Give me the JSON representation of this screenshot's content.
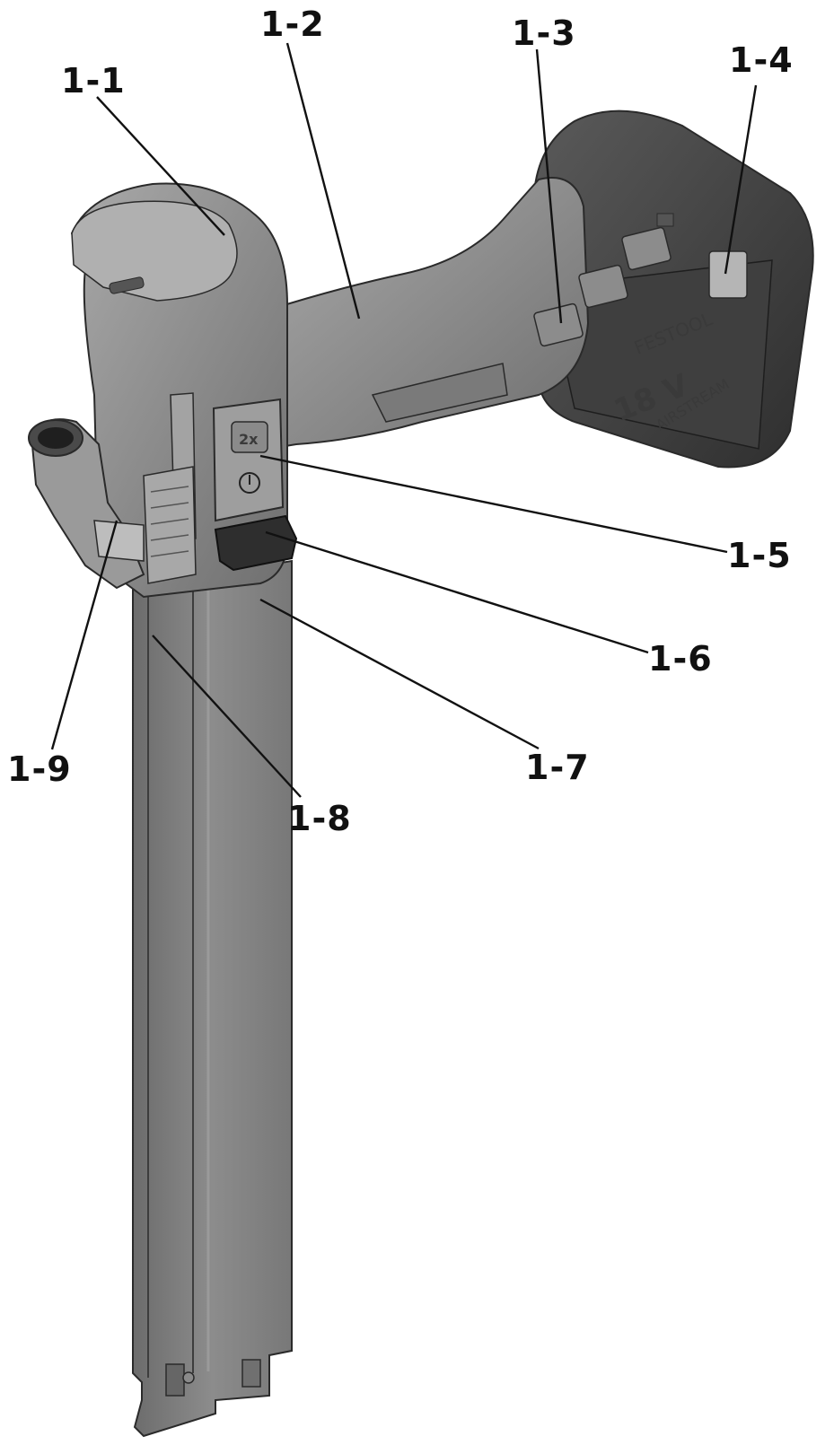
{
  "callouts": [
    {
      "id": "1-1",
      "label": "1-1"
    },
    {
      "id": "1-2",
      "label": "1-2"
    },
    {
      "id": "1-3",
      "label": "1-3"
    },
    {
      "id": "1-4",
      "label": "1-4"
    },
    {
      "id": "1-5",
      "label": "1-5"
    },
    {
      "id": "1-6",
      "label": "1-6"
    },
    {
      "id": "1-7",
      "label": "1-7"
    },
    {
      "id": "1-8",
      "label": "1-8"
    },
    {
      "id": "1-9",
      "label": "1-9"
    }
  ],
  "battery": {
    "voltage": "18 V",
    "series": "AIRSTREAM",
    "brand": "FESTOOL"
  },
  "button_marks": {
    "double_press": "2x",
    "power_symbol": "⏻"
  },
  "colors": {
    "body": "#8f8f8f",
    "body_light": "#b8b8b8",
    "body_dark": "#5e5e5e",
    "battery_dark": "#3b3b3b",
    "magazine": "#7d7d7d",
    "outline": "#2a2a2a"
  }
}
